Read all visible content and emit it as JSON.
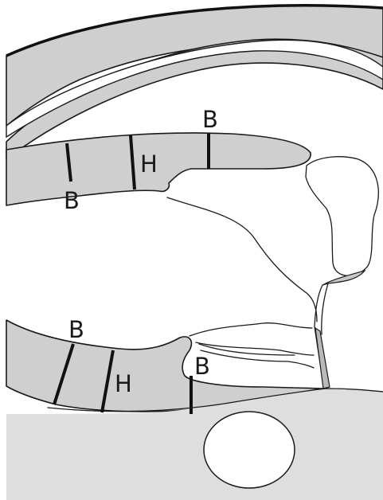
{
  "labels": {
    "upper_b_top": "B",
    "upper_h": "H",
    "upper_b_left": "B",
    "lower_b_left": "B",
    "lower_h": "H",
    "lower_b_right": "B"
  }
}
